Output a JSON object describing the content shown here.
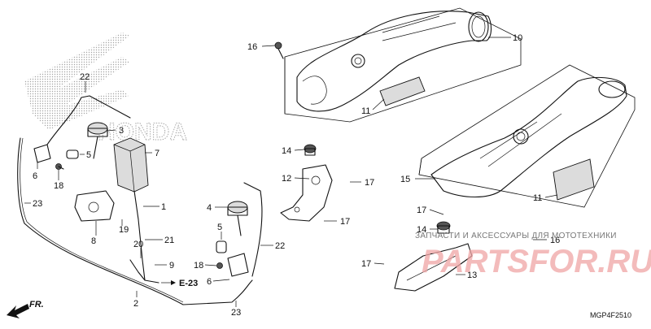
{
  "diagram": {
    "code": "MGP4F2510",
    "front_label": "FR.",
    "ref_label": "E-23",
    "wing_logo_text": "HONDA"
  },
  "watermark": {
    "line1": "ЗАПЧАСТИ И АКСЕССУАРЫ ДЛЯ МОТОТЕХНИКИ",
    "logo": "PARTSFOR.RU"
  },
  "callouts": {
    "c1": "1",
    "c2": "2",
    "c3": "3",
    "c4": "4",
    "c5a": "5",
    "c5b": "5",
    "c6a": "6",
    "c6b": "6",
    "c7": "7",
    "c8": "8",
    "c9": "9",
    "c10": "10",
    "c11a": "11",
    "c11b": "11",
    "c12": "12",
    "c13": "13",
    "c14a": "14",
    "c14b": "14",
    "c15": "15",
    "c16a": "16",
    "c16b": "16",
    "c17a": "17",
    "c17b": "17",
    "c17c": "17",
    "c17d": "17",
    "c18a": "18",
    "c18b": "18",
    "c19": "19",
    "c20": "20",
    "c21": "21",
    "c22a": "22",
    "c22b": "22",
    "c23a": "23",
    "c23b": "23"
  }
}
